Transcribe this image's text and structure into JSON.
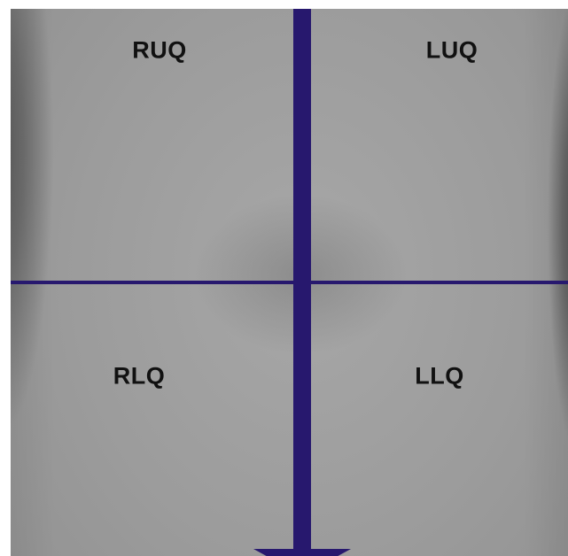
{
  "quadrants": {
    "ruq": "RUQ",
    "luq": "LUQ",
    "rlq": "RLQ",
    "llq": "LLQ"
  },
  "colors": {
    "line": "#27186e",
    "label": "#111111"
  }
}
